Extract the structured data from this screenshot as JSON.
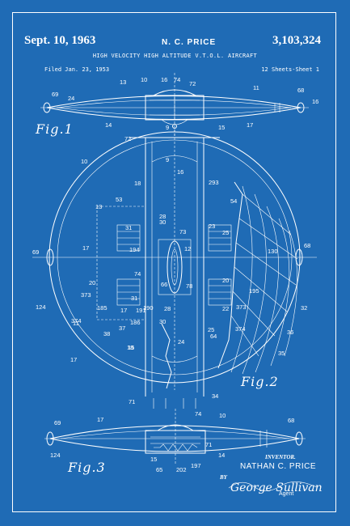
{
  "header": {
    "date": "Sept. 10, 1963",
    "inventor": "N. C. PRICE",
    "patent_number": "3,103,324",
    "title": "HIGH VELOCITY HIGH ALTITUDE V.T.O.L. AIRCRAFT",
    "filed": "Filed Jan. 23, 1953",
    "sheets": "12 Sheets-Sheet 1"
  },
  "figures": {
    "fig1": "Fig.1",
    "fig2": "Fig.2",
    "fig3": "Fig.3"
  },
  "callouts": {
    "fig1": [
      "13",
      "10",
      "16",
      "74",
      "72",
      "69",
      "24",
      "11",
      "68",
      "14",
      "15",
      "17",
      "16",
      "9"
    ],
    "fig2": [
      "72",
      "10",
      "16",
      "9",
      "293",
      "53",
      "13",
      "18",
      "28",
      "54",
      "23",
      "31",
      "30",
      "73",
      "25",
      "194",
      "12",
      "17",
      "20",
      "69",
      "74",
      "68",
      "130",
      "373",
      "20",
      "31",
      "66",
      "78",
      "195",
      "185",
      "17",
      "191",
      "190",
      "28",
      "22",
      "373",
      "32",
      "124",
      "374",
      "186",
      "30",
      "25",
      "374",
      "37",
      "64",
      "36",
      "38",
      "11",
      "24",
      "18",
      "35",
      "17",
      "15",
      "71",
      "34"
    ],
    "fig3": [
      "69",
      "17",
      "74",
      "10",
      "68",
      "71",
      "124",
      "15",
      "65",
      "202",
      "197",
      "14"
    ]
  },
  "signature_block": {
    "inventor_label": "INVENTOR.",
    "inventor_name": "NATHAN C. PRICE",
    "by": "BY",
    "signature": "George Sullivan",
    "agent": "Agent"
  },
  "colors": {
    "background": "#1f6bb5",
    "ink": "#ffffff"
  }
}
